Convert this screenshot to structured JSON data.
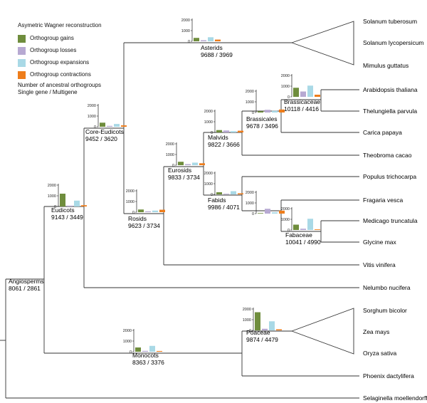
{
  "legend": {
    "title": "Asymetric Wagner reconstruction",
    "items": [
      {
        "label": "Orthogroup gains",
        "color": "#6f8d3d"
      },
      {
        "label": "Orthogroup losses",
        "color": "#b7a9d2"
      },
      {
        "label": "Orthogroup expansions",
        "color": "#a9d9e6"
      },
      {
        "label": "Orthogroup contractions",
        "color": "#ee7d1b"
      }
    ],
    "note_line1": "Number of ancestral orthogroups",
    "note_line2": "Single gene / Multigene"
  },
  "y_ticks": [
    "0",
    "1000",
    "2000"
  ],
  "chart_max": 2000,
  "nodes": [
    {
      "id": "angiosperms",
      "name": "Angiosperms",
      "counts": "8061 / 2861"
    },
    {
      "id": "eudicots",
      "name": "Eudicots",
      "counts": "9143 / 3449",
      "bars": [
        1200,
        80,
        550,
        120
      ]
    },
    {
      "id": "core-eudicots",
      "name": "Core-Eudicots",
      "counts": "9452 / 3620",
      "bars": [
        380,
        80,
        260,
        130
      ]
    },
    {
      "id": "asterids",
      "name": "Asterids",
      "counts": "9688 / 3969",
      "bars": [
        320,
        100,
        380,
        160
      ]
    },
    {
      "id": "rosids",
      "name": "Rosids",
      "counts": "9623 / 3734",
      "bars": [
        250,
        80,
        150,
        230
      ]
    },
    {
      "id": "eurosids",
      "name": "Eurosids",
      "counts": "9833 / 3734",
      "bars": [
        320,
        100,
        240,
        180
      ]
    },
    {
      "id": "malvids",
      "name": "Malvids",
      "counts": "9822 / 3666",
      "bars": [
        220,
        180,
        120,
        160
      ]
    },
    {
      "id": "fabids",
      "name": "Fabids",
      "counts": "9986 / 4071",
      "bars": [
        200,
        60,
        300,
        100
      ]
    },
    {
      "id": "brassicales",
      "name": "Brassicales",
      "counts": "9678 / 3496",
      "bars": [
        120,
        250,
        150,
        280
      ]
    },
    {
      "id": "brassicaceae",
      "name": "Brassicaceae",
      "counts": "10118 / 4416",
      "bars": [
        850,
        500,
        1050,
        200
      ]
    },
    {
      "id": "fabaceae",
      "name": "Fabaceae",
      "counts": "10041 / 4990",
      "bars": [
        500,
        120,
        1050,
        60
      ]
    },
    {
      "id": "monocots",
      "name": "Monocots",
      "counts": "8363 / 3376",
      "bars": [
        400,
        80,
        550,
        70
      ]
    },
    {
      "id": "poaceae",
      "name": "Poaceae",
      "counts": "9874 / 4479",
      "bars": [
        1700,
        150,
        850,
        100
      ]
    }
  ],
  "extra_chart": {
    "id": "rosales-unlabeled",
    "bars": [
      0,
      450,
      120,
      280
    ]
  },
  "taxa": [
    "Solanum tuberosum",
    "Solanum lycopersicum",
    "Mimulus guttatus",
    "Arabidopsis thaliana",
    "Thelungiella parvula",
    "Carica papaya",
    "Theobroma cacao",
    "Populus trichocarpa",
    "Fragaria vesca",
    "Medicago truncatula",
    "Glycine max",
    "Vitis vinifera",
    "Nelumbo nucifera",
    "Sorghum bicolor",
    "Zea mays",
    "Oryza sativa",
    "Phoenix dactylifera",
    "Selaginella moellendorffii"
  ]
}
